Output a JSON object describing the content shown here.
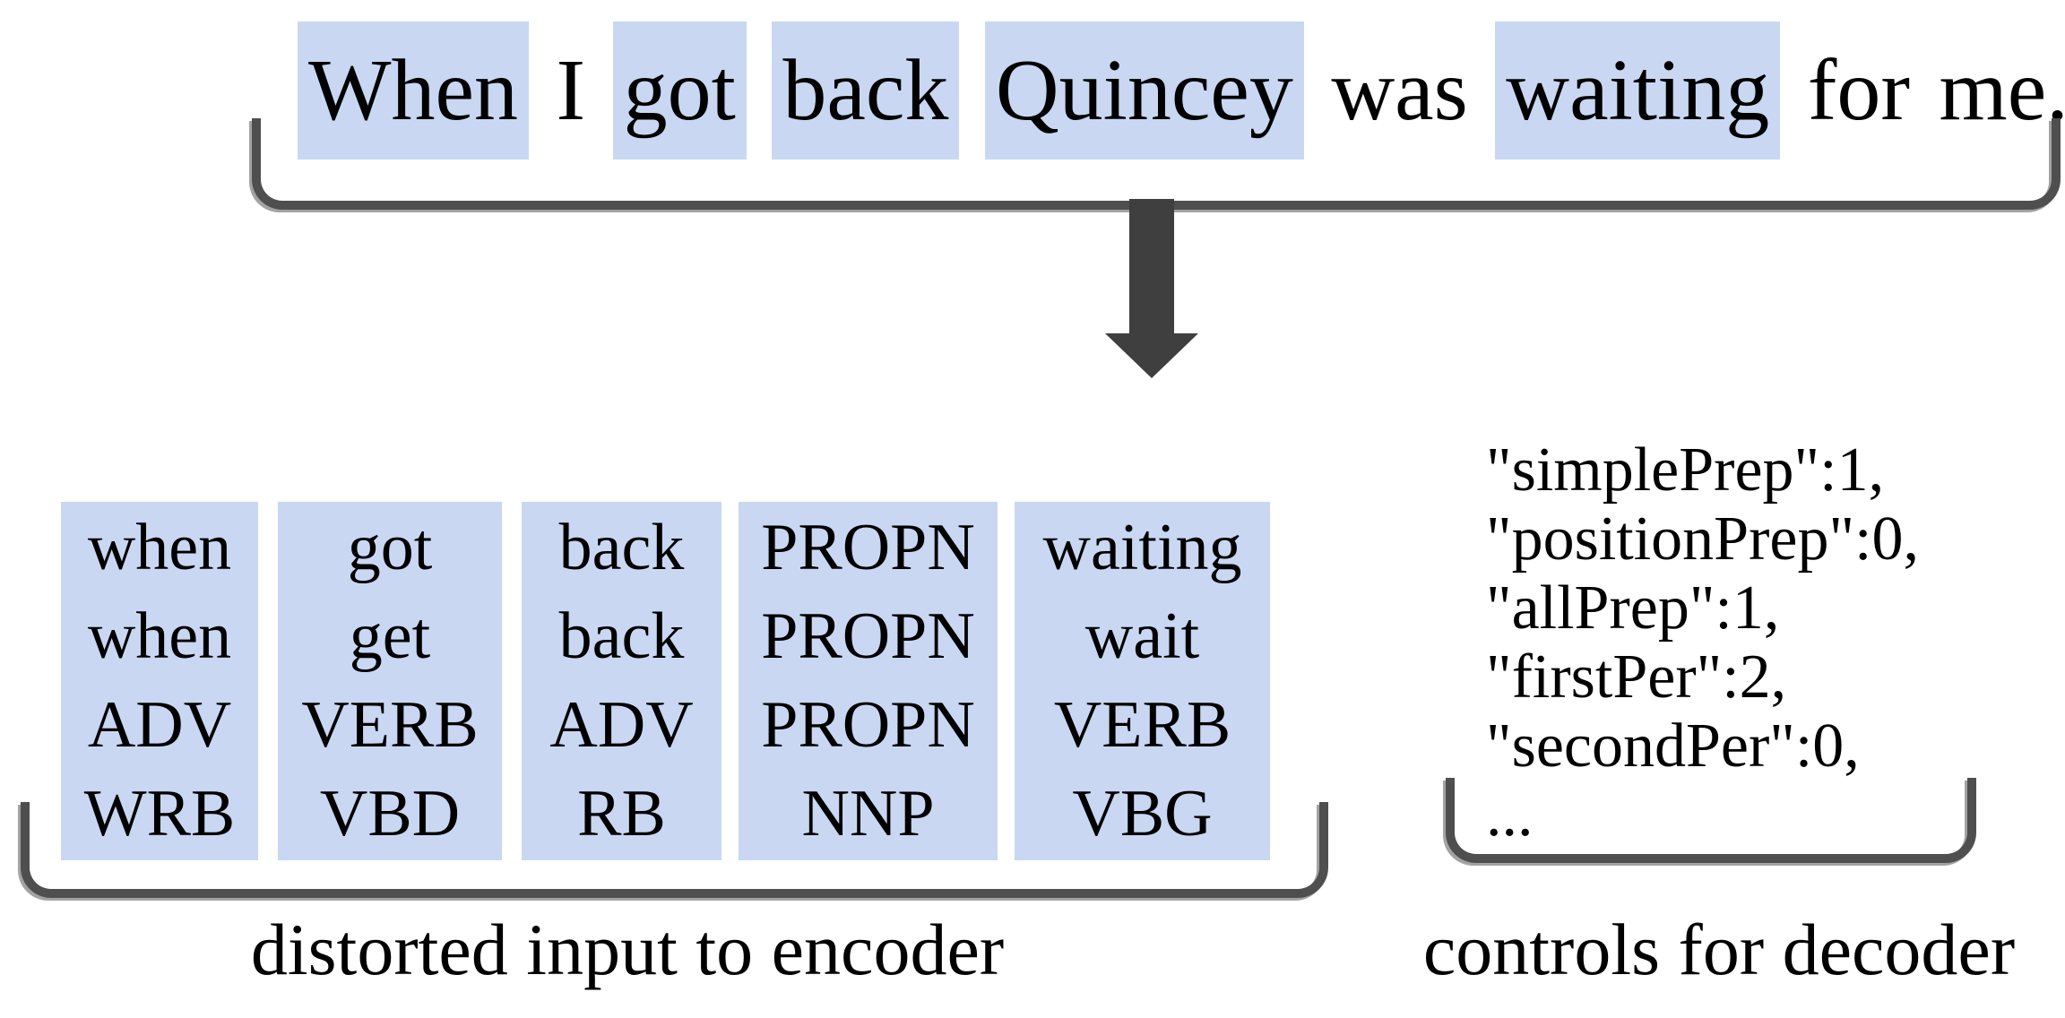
{
  "figure": {
    "sentence": {
      "tokens": [
        {
          "text": "When",
          "highlight": true
        },
        {
          "text": "I",
          "highlight": false
        },
        {
          "text": "got",
          "highlight": true
        },
        {
          "text": "back",
          "highlight": true
        },
        {
          "text": "Quincey",
          "highlight": true
        },
        {
          "text": "was",
          "highlight": false
        },
        {
          "text": "waiting",
          "highlight": true
        },
        {
          "text": "for",
          "highlight": false
        },
        {
          "text": "me.",
          "highlight": false
        }
      ]
    },
    "encoder": {
      "columns": [
        [
          "when",
          "when",
          "ADV",
          "WRB"
        ],
        [
          "got",
          "get",
          "VERB",
          "VBD"
        ],
        [
          "back",
          "back",
          "ADV",
          "RB"
        ],
        [
          "PROPN",
          "PROPN",
          "PROPN",
          "NNP"
        ],
        [
          "waiting",
          "wait",
          "VERB",
          "VBG"
        ]
      ],
      "caption": "distorted input to encoder"
    },
    "decoder": {
      "control_lines": [
        "\"simplePrep\":1,",
        "\"positionPrep\":0,",
        "\"allPrep\":1,",
        "\"firstPer\":2,",
        "\"secondPer\":0,",
        "..."
      ],
      "caption": "controls for decoder"
    },
    "icons": {
      "arrow": "down-arrow"
    },
    "colors": {
      "token_highlight": "#c9d7f2",
      "bracket_gray": "#4f4f4f",
      "arrow_gray": "#3f3f3f",
      "text": "#000000"
    }
  }
}
